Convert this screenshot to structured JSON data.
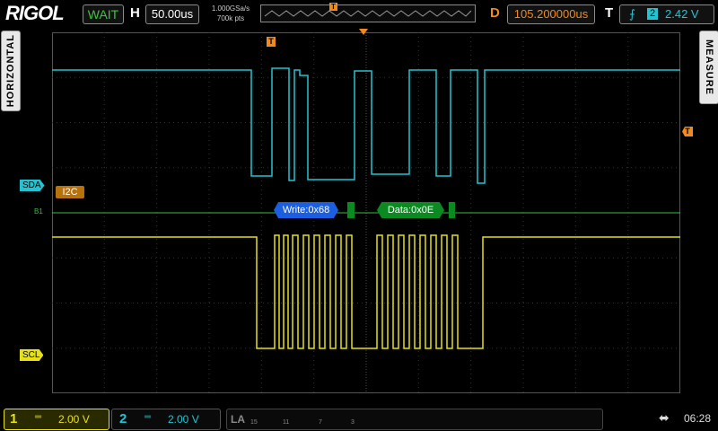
{
  "header": {
    "brand": "RIGOL",
    "run_status": "WAIT",
    "timebase_label": "H",
    "timebase_value": "50.00us",
    "sample_rate": "1.000GSa/s",
    "memory_depth": "700k pts",
    "delay_label": "D",
    "delay_value": "105.200000us",
    "trigger_label": "T",
    "trigger_source": "2",
    "trigger_level": "2.42 V"
  },
  "side": {
    "left_tab": "HORIZONTAL",
    "right_tab": "MEASURE"
  },
  "markers": {
    "sda_label": "SDA",
    "scl_label": "SCL",
    "bus_tag": "I2C",
    "bus_channel": "B1",
    "trigger_pos": "T",
    "trigger_level_marker": "T"
  },
  "decode": {
    "write_packet": "Write:0x68",
    "data_packet": "Data:0x0E"
  },
  "footer": {
    "ch1_num": "1",
    "ch1_scale": "2.00 V",
    "ch2_num": "2",
    "ch2_scale": "2.00 V",
    "la_label": "LA",
    "la_groups": [
      "15",
      "11",
      "7",
      "3"
    ],
    "time": "06:28"
  },
  "colors": {
    "ch1": "#e6e01a",
    "ch2": "#25c3d1",
    "decode_write": "#1b5fe0",
    "decode_data": "#0c8a22",
    "trigger": "#f08a1c",
    "bus": "#34c23a"
  },
  "icons": {
    "trigger_edge": "rising-edge-icon",
    "usb": "usb-icon"
  }
}
